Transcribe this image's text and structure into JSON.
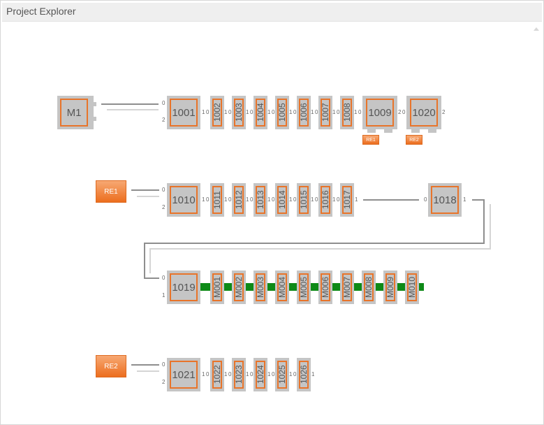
{
  "panel": {
    "title": "Project Explorer"
  },
  "nodes": {
    "m1": "M1",
    "n1001": "1001",
    "n1002": "1002",
    "n1003": "1003",
    "n1004": "1004",
    "n1005": "1005",
    "n1006": "1006",
    "n1007": "1007",
    "n1008": "1008",
    "n1009": "1009",
    "n1020": "1020",
    "n1010": "1010",
    "n1011": "1011",
    "n1012": "1012",
    "n1013": "1013",
    "n1014": "1014",
    "n1015": "1015",
    "n1016": "1016",
    "n1017": "1017",
    "n1018": "1018",
    "n1019": "1019",
    "m001": "M001",
    "m002": "M002",
    "m003": "M003",
    "m004": "M004",
    "m005": "M005",
    "m006": "M006",
    "m007": "M007",
    "m008": "M008",
    "m009": "M009",
    "m010": "M010",
    "n1021": "1021",
    "n1022": "1022",
    "n1023": "1023",
    "n1024": "1024",
    "n1025": "1025",
    "n1026": "1026"
  },
  "buttons": {
    "re1_small": "RE1",
    "re2_small": "RE2",
    "re1": "RE1",
    "re2": "RE2"
  },
  "ports": {
    "zero": "0",
    "one": "1",
    "two": "2"
  },
  "colors": {
    "accent": "#e8742a",
    "node_fill": "#c5c5c5",
    "green_bus": "#0e8a17"
  }
}
